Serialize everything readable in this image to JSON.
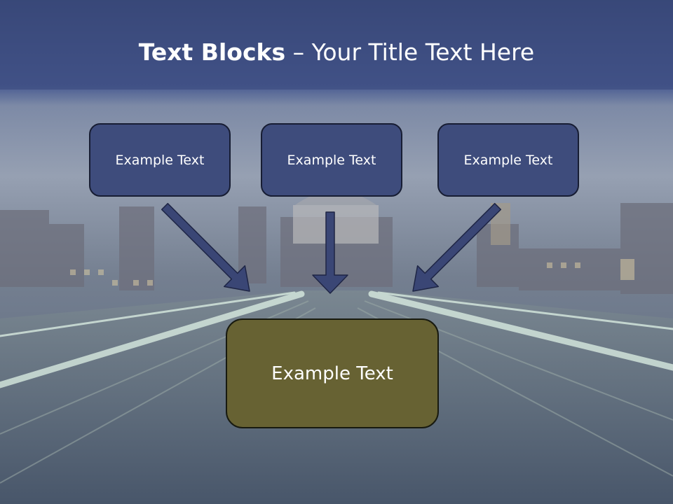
{
  "title": {
    "bold": "Text Blocks",
    "dash": " – ",
    "rest": "Your Title Text Here"
  },
  "boxes": {
    "top_left": "Example Text",
    "top_center": "Example Text",
    "top_right": "Example Text",
    "main": "Example Text"
  },
  "colors": {
    "header_band": "#3f5086",
    "box_fill": "#3e4c7c",
    "main_box_fill": "#676233",
    "arrow": "#3a4675"
  }
}
